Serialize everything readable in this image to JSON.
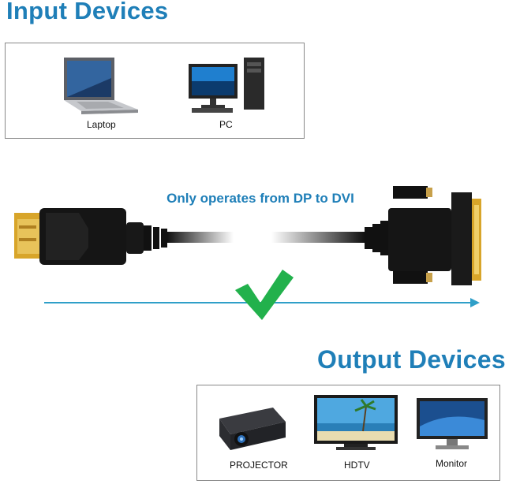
{
  "input_section": {
    "title": "Input Devices",
    "devices": [
      {
        "label": "Laptop",
        "icon": "laptop-icon"
      },
      {
        "label": "PC",
        "icon": "desktop-pc-icon"
      }
    ]
  },
  "cable": {
    "caption": "Only operates from DP to DVI",
    "left_connector": "displayport-connector",
    "right_connector": "dvi-connector",
    "direction_icon": "checkmark-icon"
  },
  "output_section": {
    "title": "Output Devices",
    "devices": [
      {
        "label": "PROJECTOR",
        "icon": "projector-icon"
      },
      {
        "label": "HDTV",
        "icon": "hdtv-icon"
      },
      {
        "label": "Monitor",
        "icon": "monitor-icon"
      }
    ]
  },
  "colors": {
    "accent": "#1f7fb8",
    "arrow": "#2f9fc8",
    "check": "#22b14c",
    "gold": "#d8a52a",
    "cable": "#111111"
  }
}
